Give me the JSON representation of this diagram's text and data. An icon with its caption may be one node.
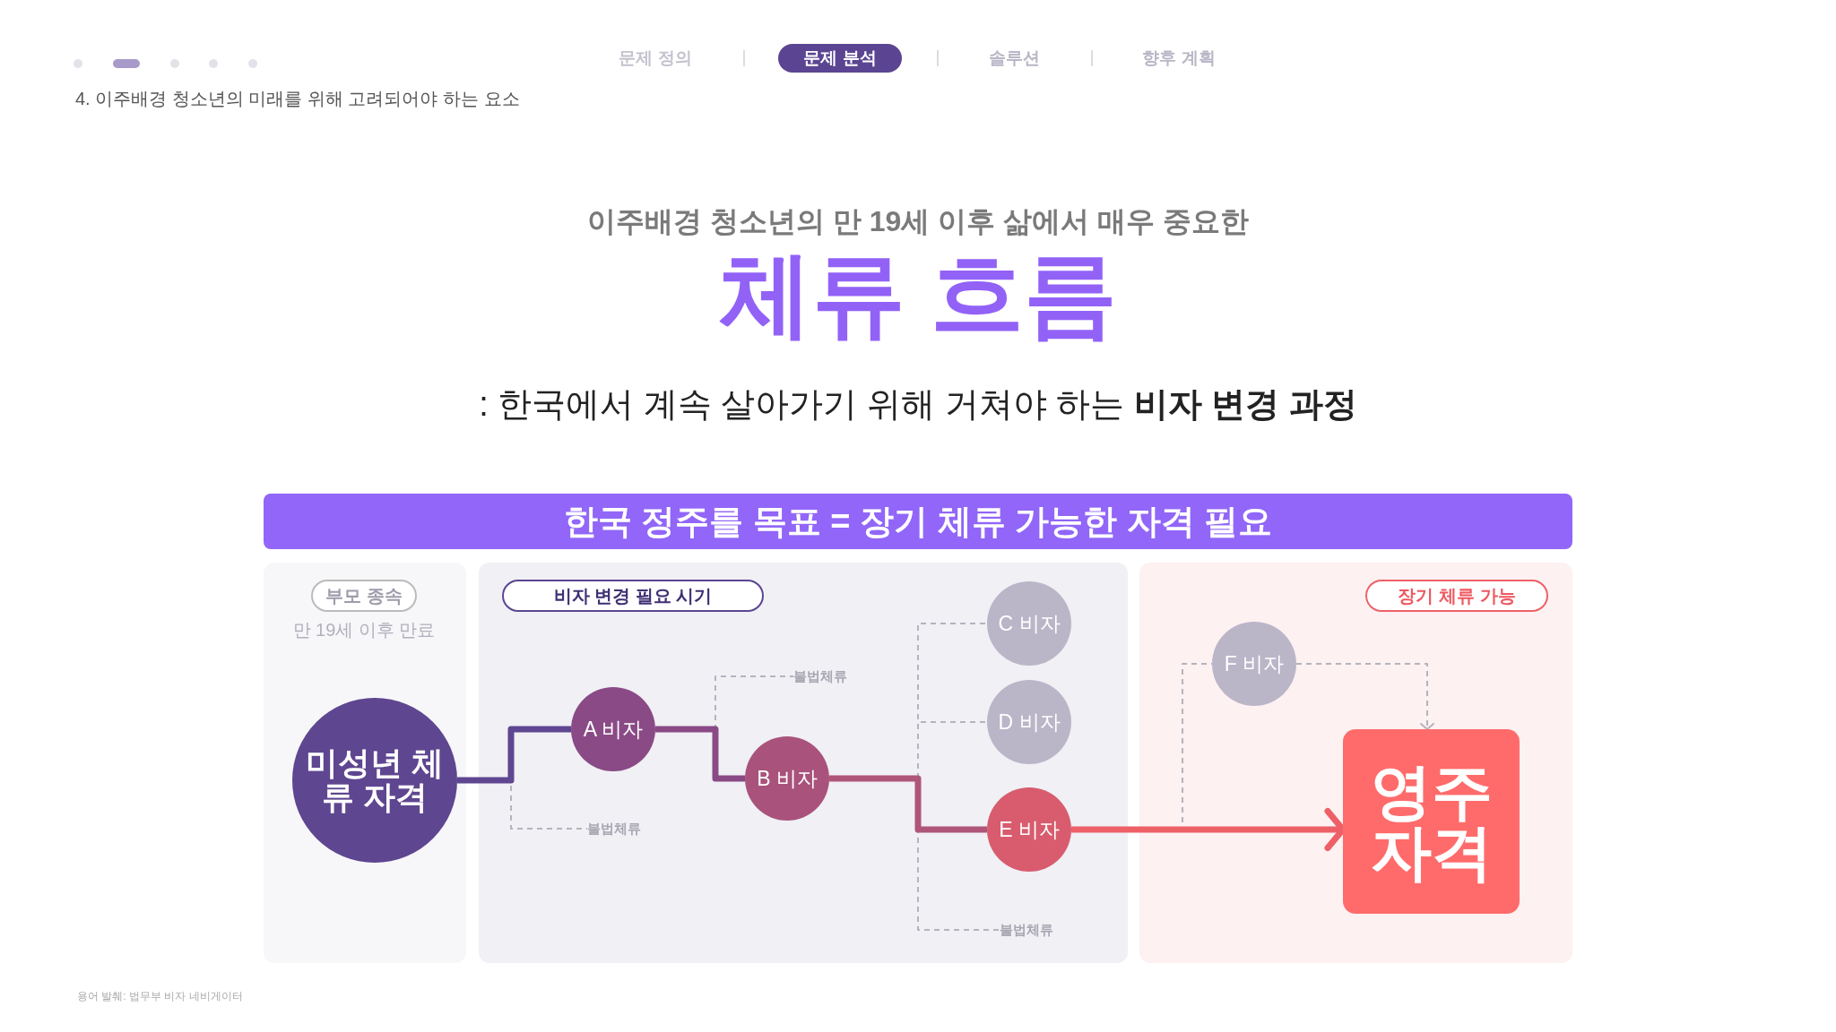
{
  "diagram": {
    "title": "체류 흐름",
    "caption": "용어 발췌: 법무부 비자 네비게이터",
    "nodes": [
      {
        "text": [
          "한국 정주를 목표 = 장기 체류 가능한 자격 필요"
        ]
      },
      {
        "text": [],
        "shape": "box"
      },
      {
        "text": [
          "부모 종속"
        ],
        "in": 1,
        "beside": [
          "만 19세 이후 만료"
        ]
      },
      {
        "text": [
          "미성년 체류 자격"
        ],
        "in": 1
      },
      {
        "text": [],
        "shape": "box"
      },
      {
        "text": [
          "비자 변경 필요 시기"
        ],
        "in": 4
      },
      {
        "text": [
          "A 비자"
        ],
        "in": 4
      },
      {
        "text": [
          "B 비자"
        ],
        "in": 4
      },
      {
        "text": [
          "C 비자"
        ],
        "in": 4
      },
      {
        "text": [
          "D 비자"
        ],
        "in": 4
      },
      {
        "text": [
          "E 비자"
        ],
        "in": 4
      },
      {
        "text": [
          "불법체류"
        ],
        "in": 4
      },
      {
        "text": [
          "불법체류"
        ],
        "in": 4
      },
      {
        "text": [
          "불법체류"
        ],
        "in": 4
      },
      {
        "text": [],
        "shape": "box"
      },
      {
        "text": [
          "장기 체류 가능"
        ],
        "in": 14
      },
      {
        "text": [
          "F 비자"
        ],
        "in": 14
      },
      {
        "text": [
          "영주 자격"
        ],
        "in": 14
      }
    ],
    "edges": [
      {
        "from": 3,
        "to": 6,
        "arrow": "none",
        "style": "thick",
        "color": "#5f4690"
      },
      {
        "from": 6,
        "to": 7,
        "arrow": "none",
        "style": "thick",
        "color": "#8a4a86"
      },
      {
        "from": 7,
        "to": 10,
        "arrow": "none",
        "style": "thick",
        "color": "#b0557a"
      },
      {
        "from": 10,
        "to": 17,
        "arrow": "to",
        "style": "thick",
        "color": "#ee6068"
      },
      {
        "from": 3,
        "to": 11,
        "arrow": "none",
        "style": "dashed"
      },
      {
        "from": 6,
        "to": 12,
        "arrow": "none",
        "style": "dashed"
      },
      {
        "from": 7,
        "to": 8,
        "arrow": "none",
        "style": "dashed"
      },
      {
        "from": 7,
        "to": 9,
        "arrow": "none",
        "style": "dashed"
      },
      {
        "from": 7,
        "to": 13,
        "arrow": "none",
        "style": "dashed"
      },
      {
        "from": 10,
        "to": 16,
        "arrow": "none",
        "style": "dashed"
      },
      {
        "from": 16,
        "to": 17,
        "arrow": "to",
        "style": "dashed"
      }
    ],
    "labels": [
      "문제 정의",
      "문제 분석",
      "솔루션",
      "향후 계획",
      "4. 이주배경 청소년의 미래를 위해 고려되어야 하는 요소",
      "이주배경 청소년의 만 19세 이후 삶에서 매우 중요한",
      ": 한국에서 계속 살아가기 위해 거쳐야 하는 **비자 변경 과정**"
    ]
  }
}
